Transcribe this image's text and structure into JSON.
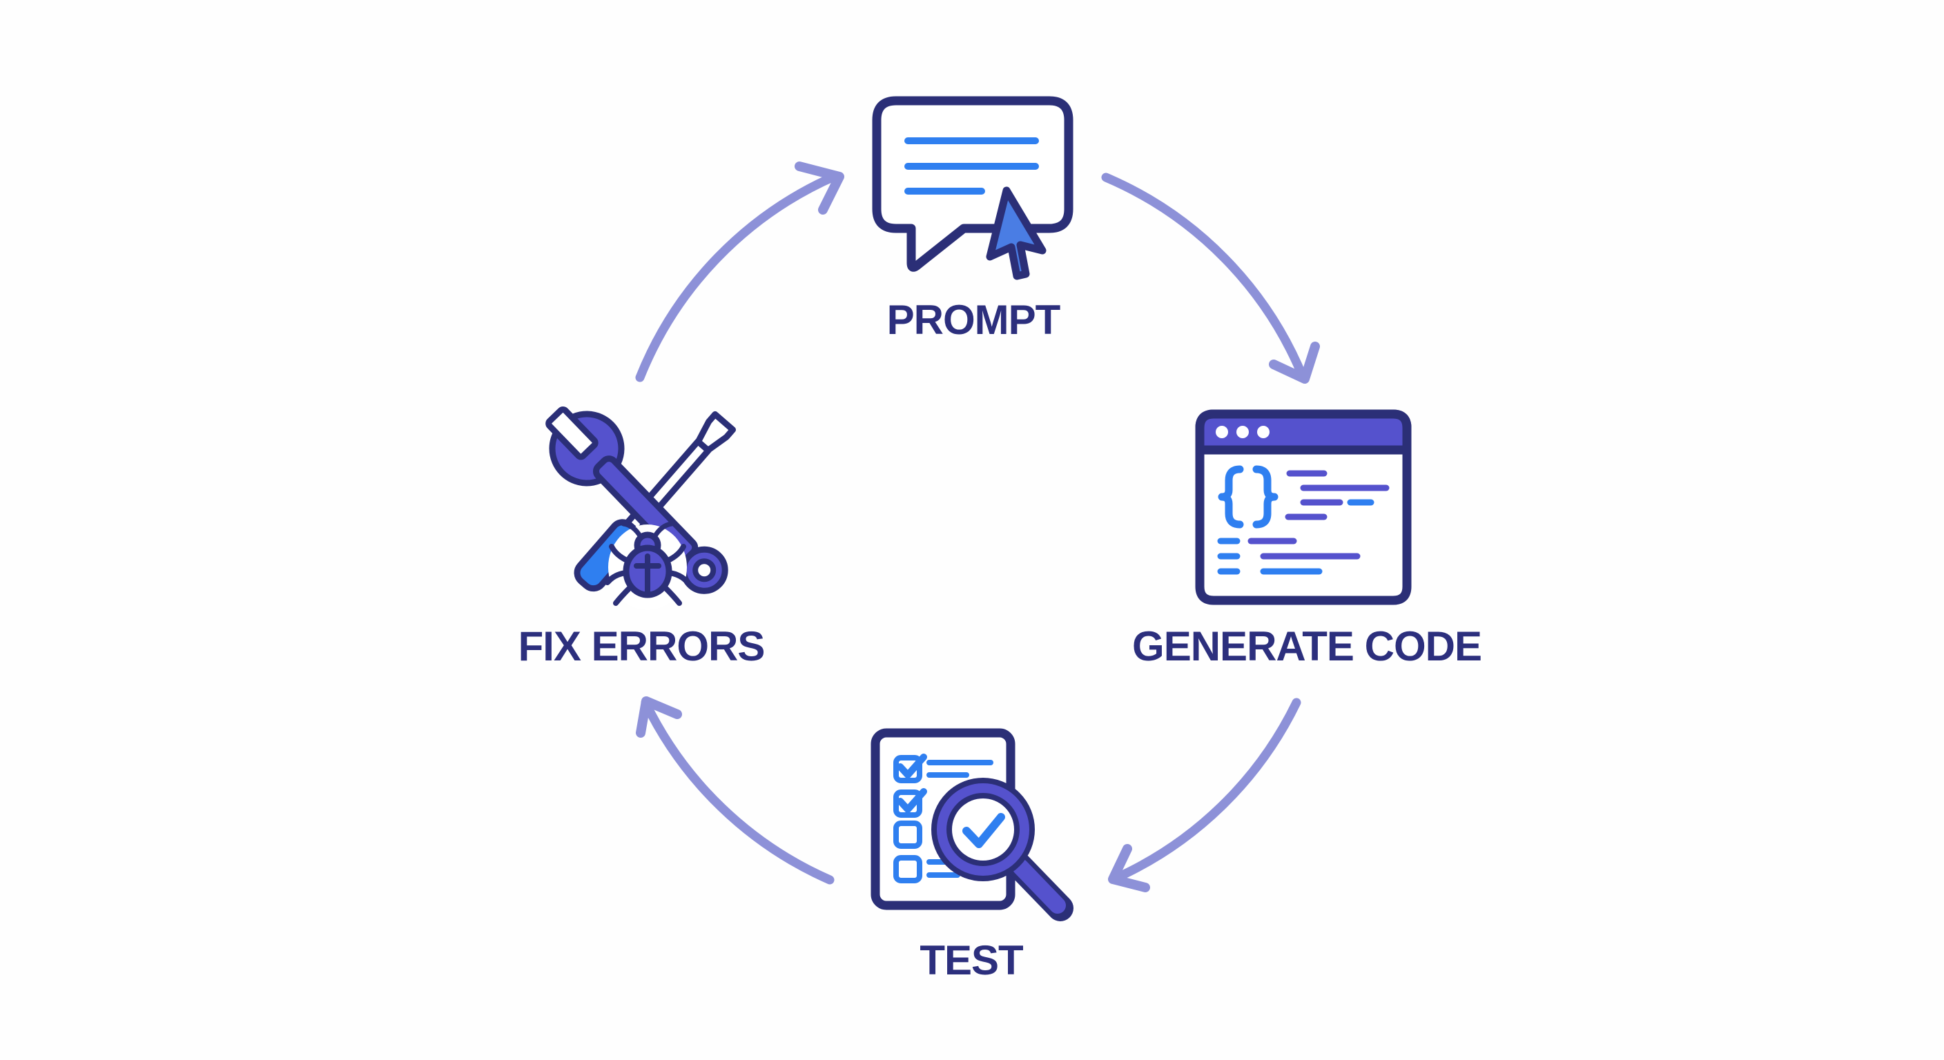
{
  "diagram": {
    "type": "cycle",
    "steps": [
      {
        "id": "prompt",
        "label": "PROMPT",
        "icon": "chat-bubble-cursor-icon",
        "position": "top"
      },
      {
        "id": "generate-code",
        "label": "GENERATE CODE",
        "icon": "code-window-icon",
        "position": "right"
      },
      {
        "id": "test",
        "label": "TEST",
        "icon": "checklist-magnifier-icon",
        "position": "bottom"
      },
      {
        "id": "fix-errors",
        "label": "FIX ERRORS",
        "icon": "wrench-screwdriver-bug-icon",
        "position": "left"
      }
    ],
    "arrows": [
      {
        "from": "fix-errors",
        "to": "prompt"
      },
      {
        "from": "prompt",
        "to": "generate-code"
      },
      {
        "from": "generate-code",
        "to": "test"
      },
      {
        "from": "test",
        "to": "fix-errors"
      }
    ]
  },
  "theme": {
    "background": "#fefefe",
    "navy": "#2b2f77",
    "indigo": "#5552cd",
    "blue": "#2f7ff0",
    "cursor_blue": "#4a7de4",
    "arrow": "#8d91d8",
    "label": "#2c2f7d"
  }
}
